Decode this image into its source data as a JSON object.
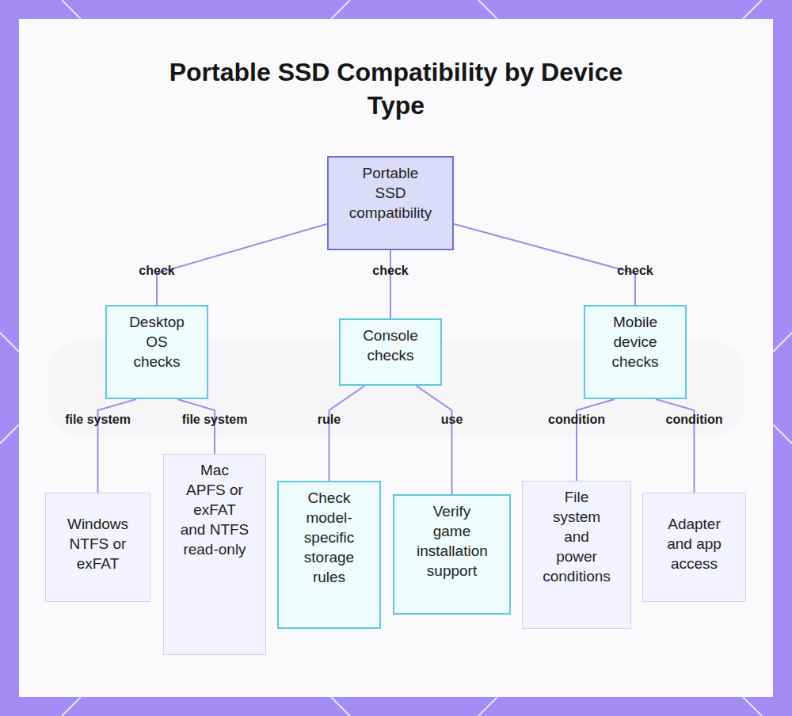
{
  "diagram": {
    "title": "Portable SSD Compatibility by Device Type",
    "nodes": [
      {
        "text": [
          "Portable SSD compatibility"
        ]
      },
      {
        "text": [
          "Desktop OS checks"
        ]
      },
      {
        "text": [
          "Console checks"
        ]
      },
      {
        "text": [
          "Mobile device checks"
        ]
      },
      {
        "text": [
          "Windows NTFS or exFAT"
        ]
      },
      {
        "text": [
          "Mac APFS or exFAT and NTFS read-only"
        ]
      },
      {
        "text": [
          "Check model-specific storage rules"
        ]
      },
      {
        "text": [
          "Verify game installation support"
        ]
      },
      {
        "text": [
          "File system and power conditions"
        ]
      },
      {
        "text": [
          "Adapter and app access"
        ]
      }
    ],
    "edges": [
      {
        "from": 0,
        "to": 1,
        "label": "check",
        "arrow": "none"
      },
      {
        "from": 0,
        "to": 2,
        "label": "check",
        "arrow": "none"
      },
      {
        "from": 0,
        "to": 3,
        "label": "check",
        "arrow": "none"
      },
      {
        "from": 1,
        "to": 4,
        "label": "file system",
        "arrow": "none"
      },
      {
        "from": 1,
        "to": 5,
        "label": "file system",
        "arrow": "none"
      },
      {
        "from": 2,
        "to": 6,
        "label": "rule",
        "arrow": "none"
      },
      {
        "from": 2,
        "to": 7,
        "label": "use",
        "arrow": "none"
      },
      {
        "from": 3,
        "to": 8,
        "label": "condition",
        "arrow": "none"
      },
      {
        "from": 3,
        "to": 9,
        "label": "condition",
        "arrow": "none"
      }
    ]
  }
}
